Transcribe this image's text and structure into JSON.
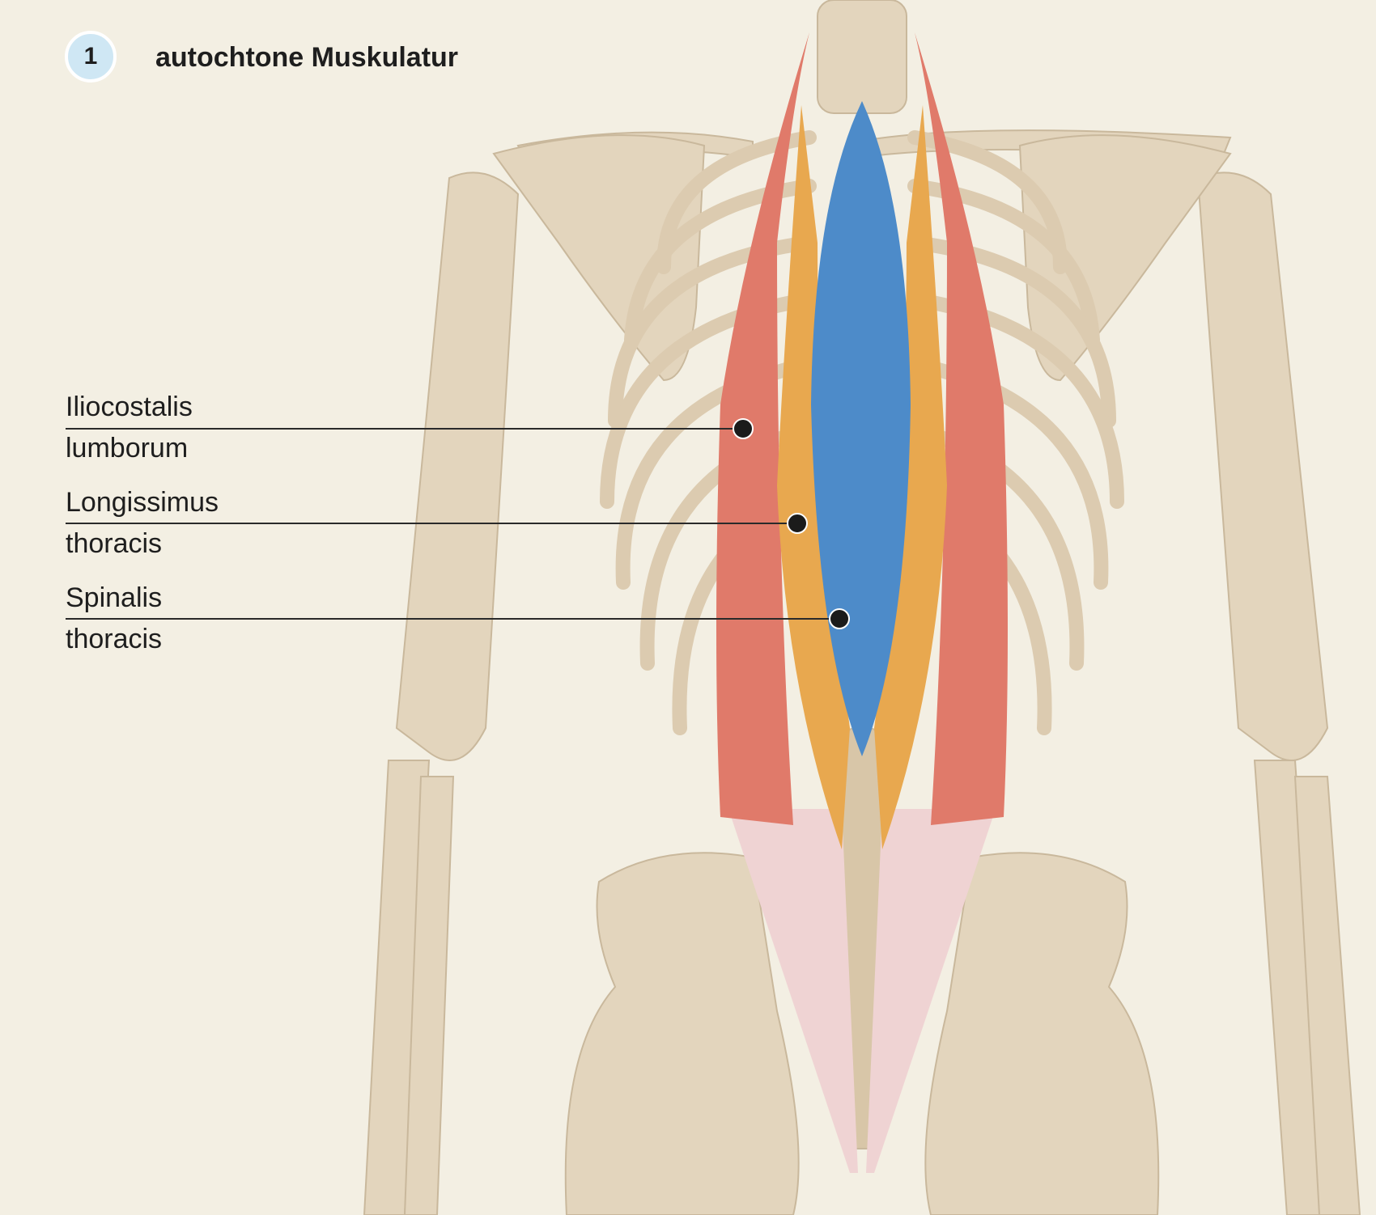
{
  "header": {
    "number": "1",
    "title": "autochtone Muskulatur"
  },
  "labels": [
    {
      "line1": "Iliocostalis",
      "line2": "lumborum"
    },
    {
      "line1": "Longissimus",
      "line2": "thoracis"
    },
    {
      "line1": "Spinalis",
      "line2": "thoracis"
    }
  ],
  "colors": {
    "background": "#f3efe3",
    "bone": "#e3d5bd",
    "iliocostalis": "#e07a6a",
    "longissimus": "#e8a84f",
    "spinalis": "#4d8bc9",
    "tendon": "#efd3d3",
    "badge": "#cfe7f4"
  }
}
